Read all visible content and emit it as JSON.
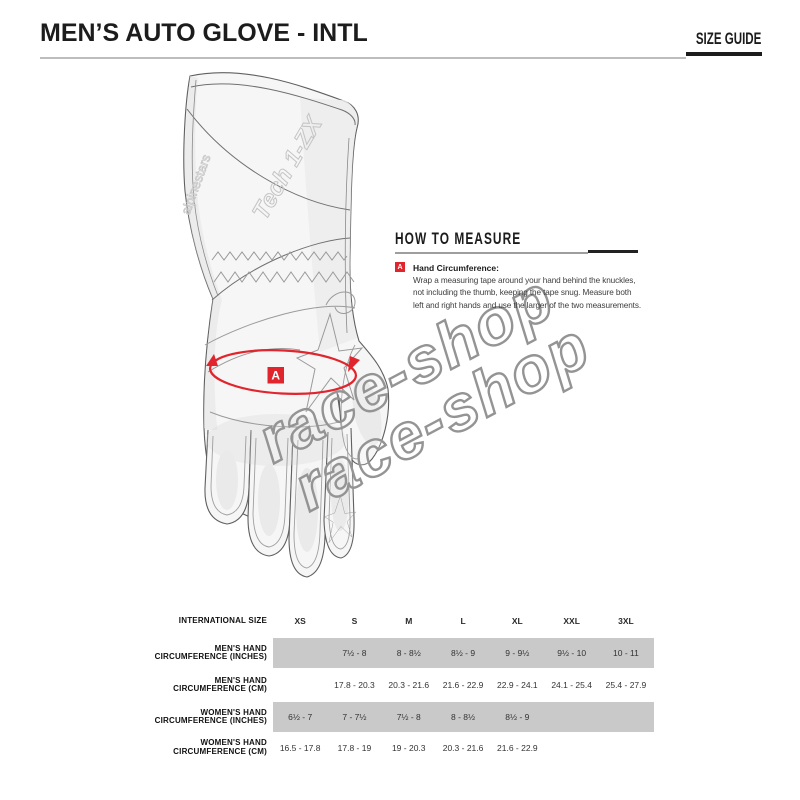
{
  "header": {
    "title": "MEN’S AUTO GLOVE - INTL",
    "size_guide_label": "SIZE GUIDE"
  },
  "how_to_measure": {
    "title": "HOW TO MEASURE",
    "marker": "A",
    "item_title": "Hand Circumference:",
    "item_lines": [
      "Wrap a measuring tape around your hand behind the knuckles,",
      "not including the thumb, keeping the tape snug. Measure both",
      "left and right hands and use the larger of the two measurements."
    ]
  },
  "illustration": {
    "marker": "A",
    "glove_text_primary": "Tech 1-ZX",
    "glove_text_secondary": "alpinestars",
    "watermark": "race-shop",
    "accent_color": "#e0252c"
  },
  "size_table": {
    "header_label": "INTERNATIONAL SIZE",
    "sizes": [
      "XS",
      "S",
      "M",
      "L",
      "XL",
      "XXL",
      "3XL"
    ],
    "shade_color": "#c9c9c9",
    "rows": [
      {
        "label_line1": "MEN'S HAND",
        "label_line2": "CIRCUMFERENCE (INCHES)",
        "shaded": true,
        "values": [
          "",
          "7½ - 8",
          "8 - 8½",
          "8½ - 9",
          "9 - 9½",
          "9½ - 10",
          "10 - 11"
        ]
      },
      {
        "label_line1": "MEN'S HAND",
        "label_line2": "CIRCUMFERENCE (CM)",
        "shaded": false,
        "values": [
          "",
          "17.8 - 20.3",
          "20.3 - 21.6",
          "21.6 - 22.9",
          "22.9 - 24.1",
          "24.1 - 25.4",
          "25.4 - 27.9"
        ]
      },
      {
        "label_line1": "WOMEN'S HAND",
        "label_line2": "CIRCUMFERENCE (INCHES)",
        "shaded": true,
        "values": [
          "6½ - 7",
          "7 - 7½",
          "7½ - 8",
          "8 - 8½",
          "8½ - 9",
          "",
          ""
        ]
      },
      {
        "label_line1": "WOMEN'S HAND",
        "label_line2": "CIRCUMFERENCE (CM)",
        "shaded": false,
        "values": [
          "16.5 - 17.8",
          "17.8 - 19",
          "19 - 20.3",
          "20.3 - 21.6",
          "21.6 - 22.9",
          "",
          ""
        ]
      }
    ]
  }
}
